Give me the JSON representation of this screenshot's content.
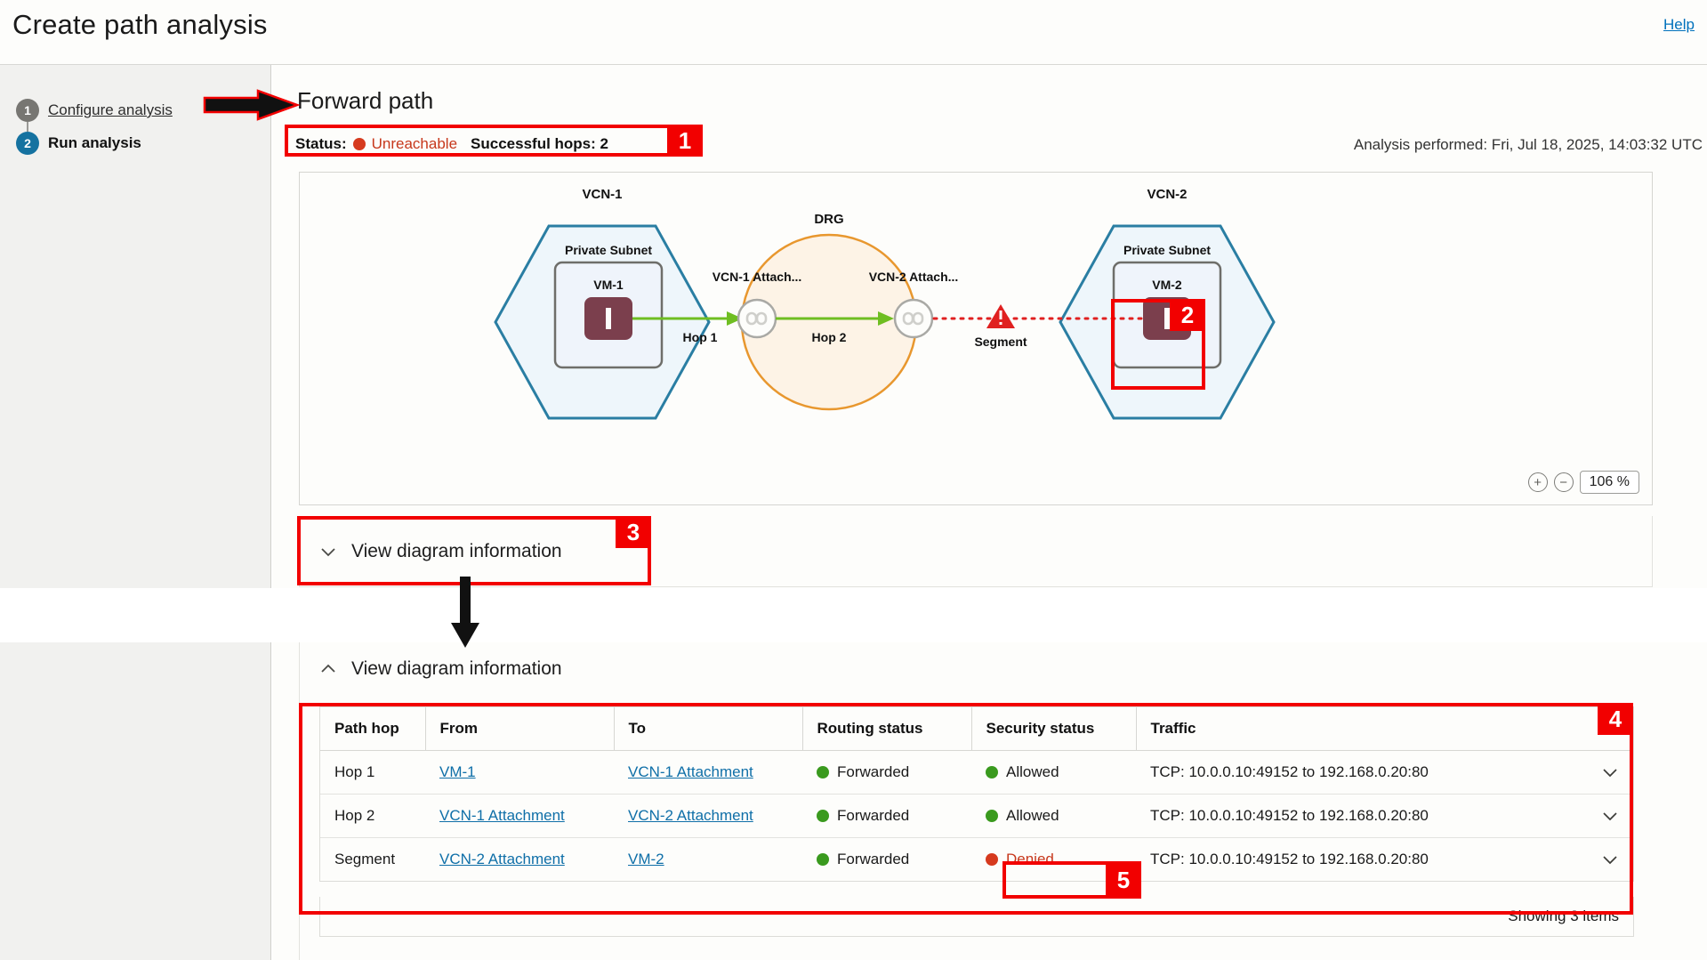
{
  "header": {
    "title": "Create path analysis",
    "help_label": "Help"
  },
  "sidebar": {
    "steps": [
      {
        "num": "1",
        "label": "Configure analysis",
        "state": "complete"
      },
      {
        "num": "2",
        "label": "Run analysis",
        "state": "current"
      }
    ]
  },
  "forward_path": {
    "heading": "Forward path",
    "status_label": "Status:",
    "status_value": "Unreachable",
    "hops_label": "Successful hops: 2",
    "analysis_performed": "Analysis performed: Fri, Jul 18, 2025, 14:03:32 UTC"
  },
  "diagram": {
    "vcn1_label": "VCN-1",
    "vcn1_subnet_label": "Private Subnet",
    "vm1_label": "VM-1",
    "vcn2_label": "VCN-2",
    "vcn2_subnet_label": "Private Subnet",
    "vm2_label": "VM-2",
    "drg_label": "DRG",
    "attach1_label": "VCN-1 Attach...",
    "attach2_label": "VCN-2 Attach...",
    "hop1_label": "Hop 1",
    "hop2_label": "Hop 2",
    "segment_label": "Segment",
    "colors": {
      "vcn_border": "#2a7ea3",
      "vcn_fill": "#eef6fb",
      "drg_border": "#e8972e",
      "drg_fill": "#fdf3e6",
      "edge_ok": "#6fbe22",
      "edge_denied": "#e02020",
      "vm_fill": "#7b3f4d",
      "node_border": "#a9a9a5"
    },
    "zoom": {
      "plus": "+",
      "minus": "−",
      "value": "106  %"
    }
  },
  "view_diagram_information": {
    "collapsed_label": "View diagram information",
    "expanded_label": "View diagram information"
  },
  "table": {
    "columns": [
      "Path hop",
      "From",
      "To",
      "Routing status",
      "Security status",
      "Traffic"
    ],
    "rows": [
      {
        "path_hop": "Hop 1",
        "from": "VM-1",
        "to": "VCN-1 Attachment",
        "routing_status": "Forwarded",
        "routing_state": "ok",
        "security_status": "Allowed",
        "security_state": "ok",
        "traffic": "TCP: 10.0.0.10:49152 to 192.168.0.20:80"
      },
      {
        "path_hop": "Hop 2",
        "from": "VCN-1 Attachment",
        "to": "VCN-2 Attachment",
        "routing_status": "Forwarded",
        "routing_state": "ok",
        "security_status": "Allowed",
        "security_state": "ok",
        "traffic": "TCP: 10.0.0.10:49152 to 192.168.0.20:80"
      },
      {
        "path_hop": "Segment",
        "from": "VCN-2 Attachment",
        "to": "VM-2",
        "routing_status": "Forwarded",
        "routing_state": "ok",
        "security_status": "Denied",
        "security_state": "denied",
        "traffic": "TCP: 10.0.0.10:49152 to 192.168.0.20:80"
      }
    ],
    "footer": "Showing 3 items"
  },
  "annotations": {
    "accent": "#f20000",
    "markers": [
      "1",
      "2",
      "3",
      "4",
      "5"
    ]
  }
}
